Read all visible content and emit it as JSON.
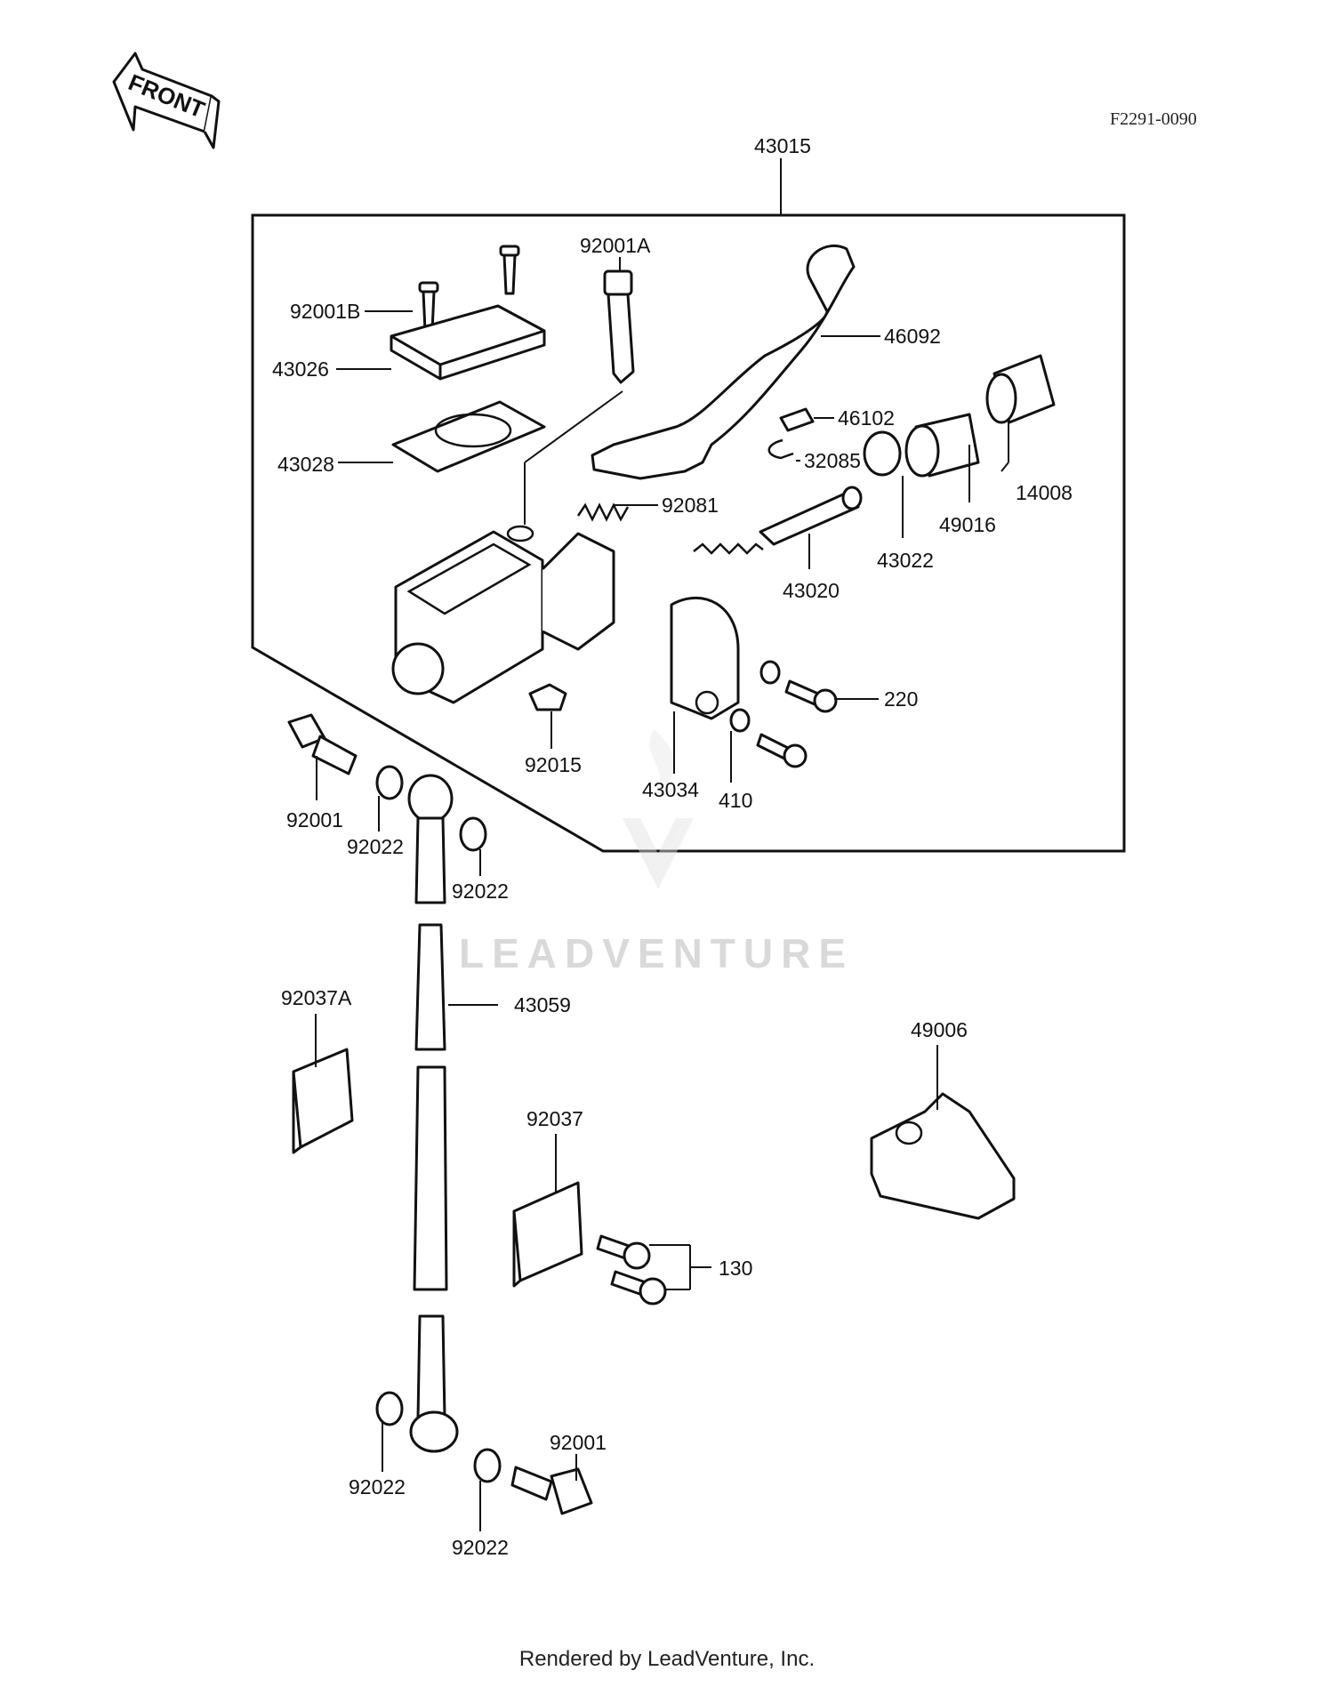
{
  "figure_code": "F2291-0090",
  "front_label": "FRONT",
  "watermark": "LEADVENTURE",
  "footer": "Rendered by LeadVenture, Inc.",
  "parts": {
    "p43015": "43015",
    "p92001A": "92001A",
    "p92001B": "92001B",
    "p46092": "46092",
    "p43026": "43026",
    "p46102": "46102",
    "p43028": "43028",
    "p32085": "32085",
    "p14008": "14008",
    "p92081": "92081",
    "p49016": "49016",
    "p43022": "43022",
    "p43020": "43020",
    "p220": "220",
    "p92015": "92015",
    "p43034": "43034",
    "p410": "410",
    "p92001_top": "92001",
    "p92022_a": "92022",
    "p92022_b": "92022",
    "p43059": "43059",
    "p92037A": "92037A",
    "p49006": "49006",
    "p92037": "92037",
    "p130": "130",
    "p92001_bottom": "92001",
    "p92022_c": "92022",
    "p92022_d": "92022"
  }
}
